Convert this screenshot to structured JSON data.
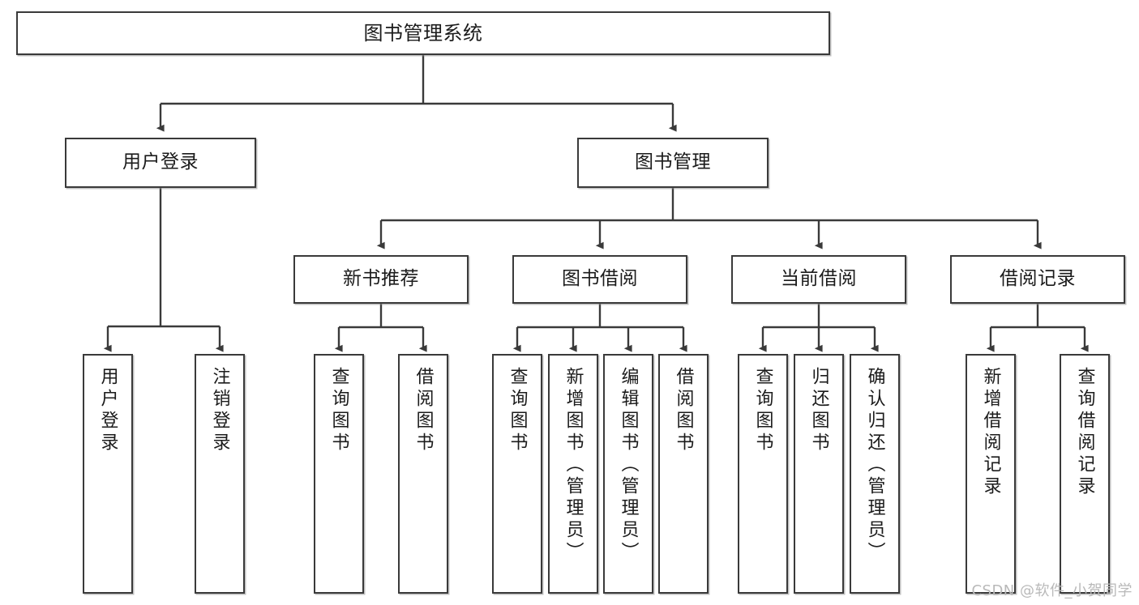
{
  "diagram": {
    "type": "tree",
    "orientation": "top-down",
    "stroke_color": "#3a3a3a",
    "text_color": "#1b1b1b",
    "background": "#ffffff",
    "root": {
      "label": "图书管理系统"
    },
    "level2": [
      {
        "label": "用户登录"
      },
      {
        "label": "图书管理"
      }
    ],
    "level3": [
      {
        "label": "新书推荐"
      },
      {
        "label": "图书借阅"
      },
      {
        "label": "当前借阅"
      },
      {
        "label": "借阅记录"
      }
    ],
    "leaves": {
      "user_login": [
        {
          "label": "用户登录"
        },
        {
          "label": "注销登录"
        }
      ],
      "new_book_recommend": [
        {
          "label": "查询图书"
        },
        {
          "label": "借阅图书"
        }
      ],
      "book_borrow": [
        {
          "label": "查询图书"
        },
        {
          "label": "新增图书（管理员）"
        },
        {
          "label": "编辑图书（管理员）"
        },
        {
          "label": "借阅图书"
        }
      ],
      "current_borrow": [
        {
          "label": "查询图书"
        },
        {
          "label": "归还图书"
        },
        {
          "label": "确认归还（管理员）"
        }
      ],
      "borrow_record": [
        {
          "label": "新增借阅记录"
        },
        {
          "label": "查询借阅记录"
        }
      ]
    }
  },
  "watermark": {
    "text": "CSDN @软件_小贺同学",
    "color": "#b9b9b9"
  }
}
